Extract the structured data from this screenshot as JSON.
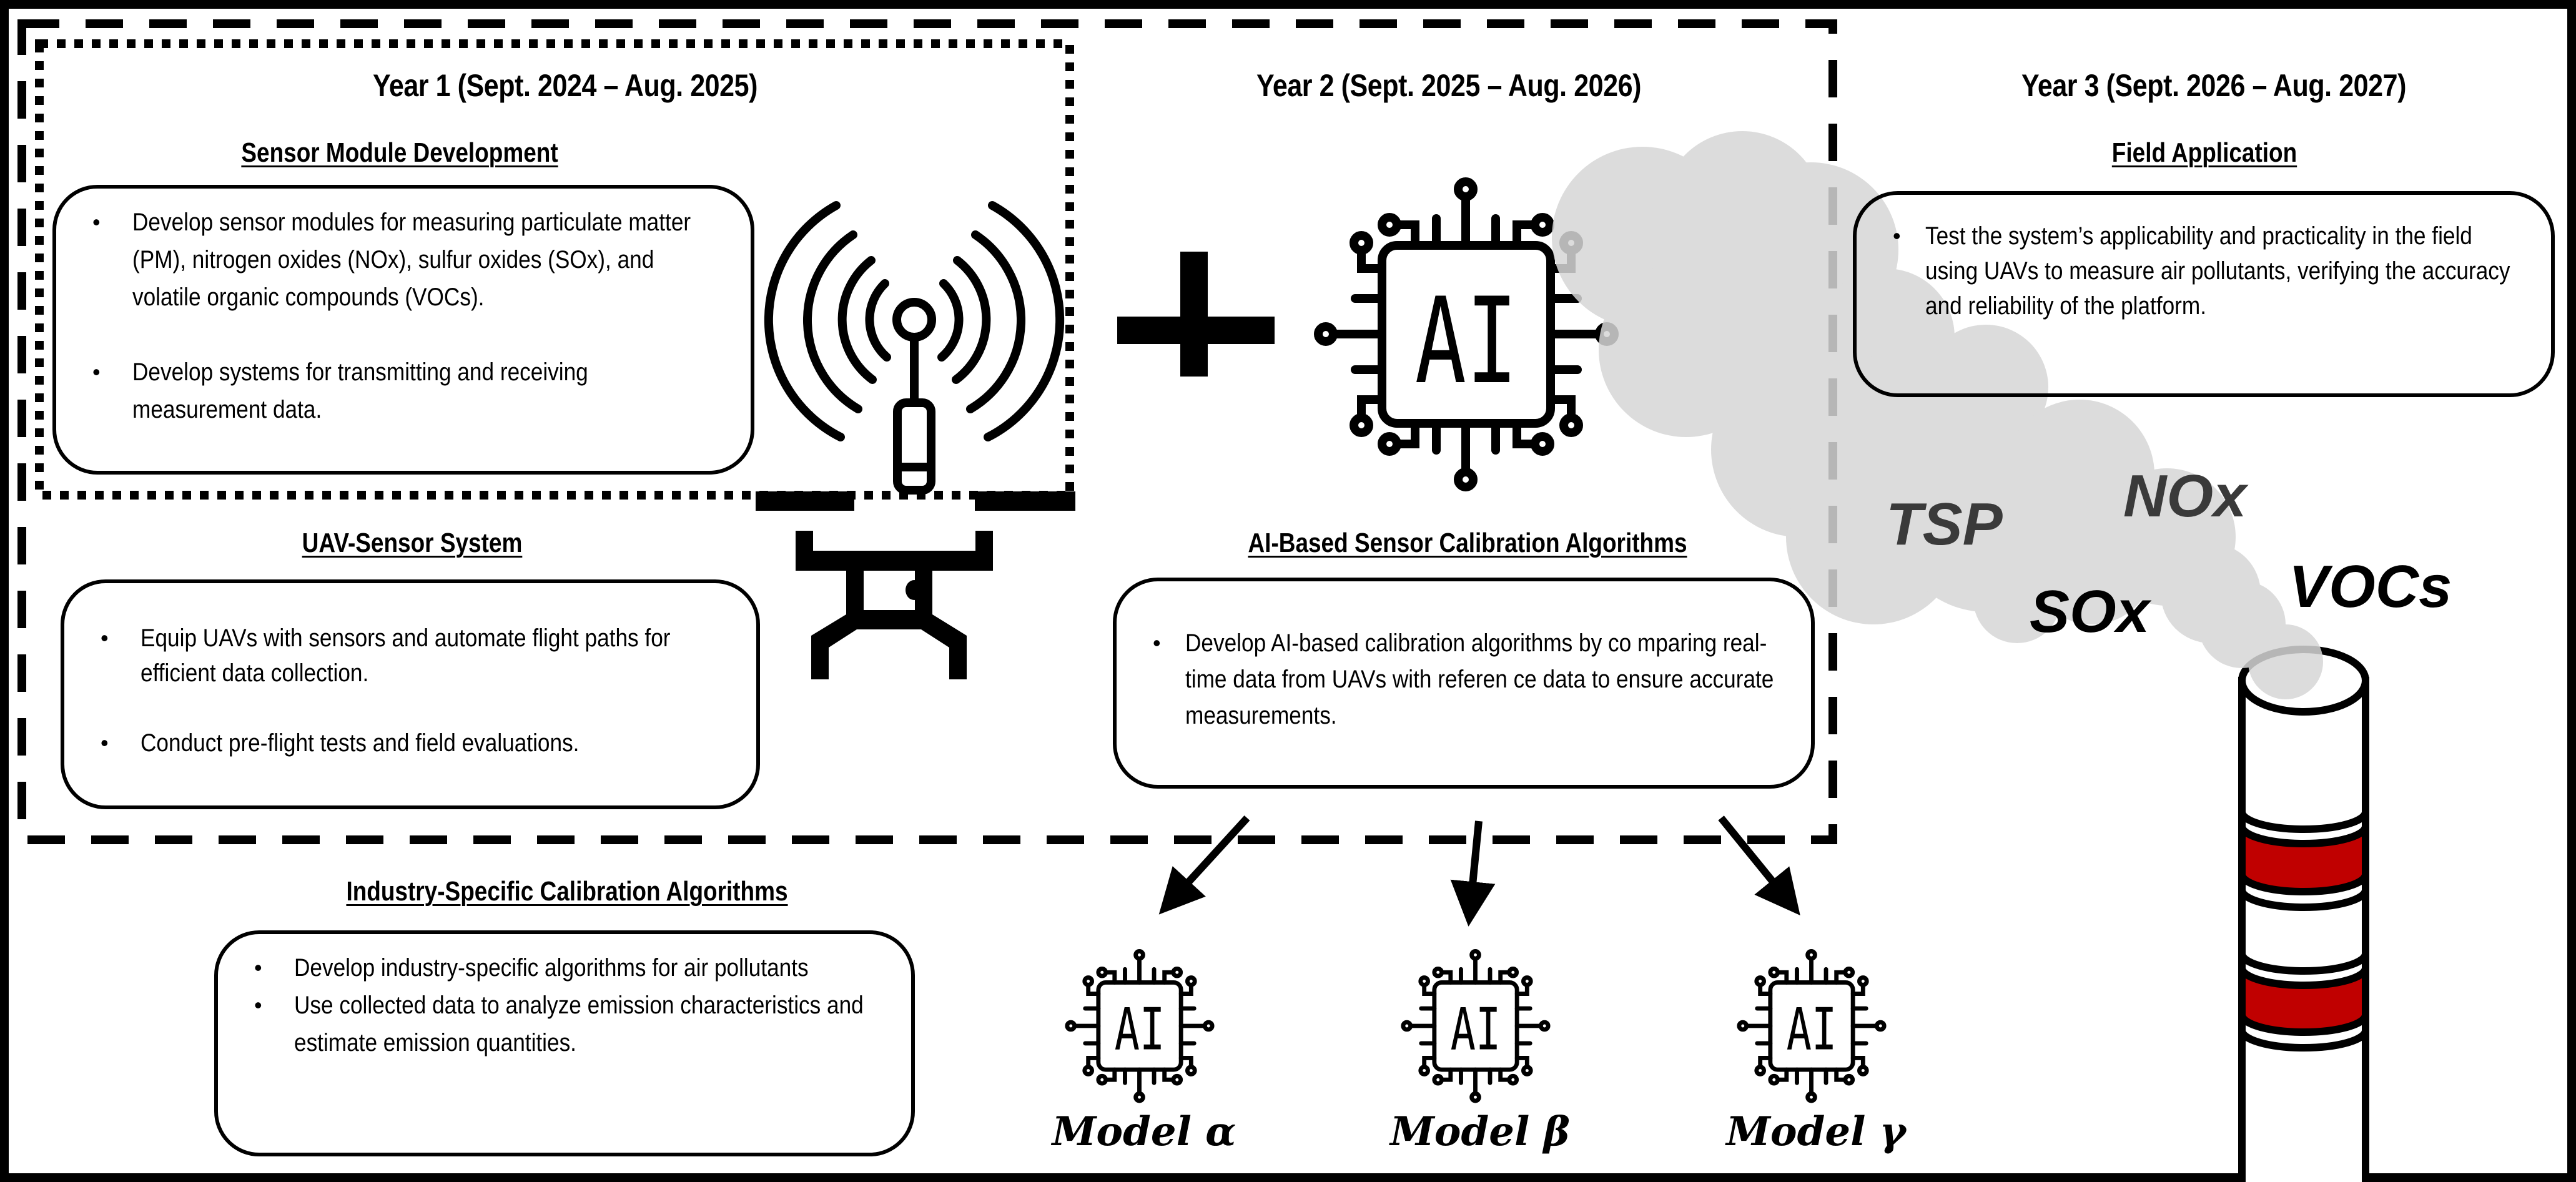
{
  "colors": {
    "line": "#000000",
    "smoke": "#d6d6d6",
    "stack_band": "#c00000",
    "pollutant_text": "#3a3a3a"
  },
  "year1": {
    "title": "Year 1 (Sept. 2024 – Aug. 2025)",
    "sensor_module": {
      "heading": "Sensor Module Development",
      "bullets": [
        "Develop sensor modules for measuring particulate matter (PM), nitrogen oxides (NOx), sulfur oxides (SOx), and volatile organic compounds (VOCs).",
        "Develop systems for transmitting and receiving measurement data."
      ]
    },
    "uav_sensor": {
      "heading": "UAV-Sensor System",
      "bullets": [
        "Equip UAVs with sensors and automate flight paths for efficient data collection.",
        "Conduct pre-flight tests and field evaluations."
      ]
    }
  },
  "year2": {
    "title": "Year 2 (Sept. 2025 – Aug. 2026)",
    "ai_calibration": {
      "heading": "AI-Based Sensor Calibration Algorithms",
      "bullets": [
        "Develop AI-based calibration algorithms by co mparing real-time data from UAVs with referen ce data to ensure accurate measurements."
      ]
    },
    "chip_label": "AI",
    "plus_symbol": "+"
  },
  "year3": {
    "title": "Year 3 (Sept. 2026 – Aug. 2027)",
    "field_application": {
      "heading": "Field Application",
      "bullets": [
        "Test the system’s applicability and practicality in the field using UAVs to measure air pollutants, verifying the accuracy and reliability of the platform."
      ]
    }
  },
  "industry": {
    "heading": "Industry-Specific Calibration Algorithms",
    "bullets": [
      "Develop industry-specific algorithms for air pollutants",
      "Use collected data to analyze emission characteristics and estimate emission quantities."
    ]
  },
  "models": [
    {
      "chip_label": "AI",
      "label": "Model α"
    },
    {
      "chip_label": "AI",
      "label": "Model β"
    },
    {
      "chip_label": "AI",
      "label": "Model γ"
    }
  ],
  "pollutants": [
    "TSP",
    "NOx",
    "SOx",
    "VOCs"
  ],
  "icons": {
    "antenna": "antenna-signal-icon",
    "drone": "drone-icon",
    "chip": "ai-chip-icon",
    "smokestack": "smokestack-icon",
    "smoke": "smoke-cloud-icon"
  }
}
